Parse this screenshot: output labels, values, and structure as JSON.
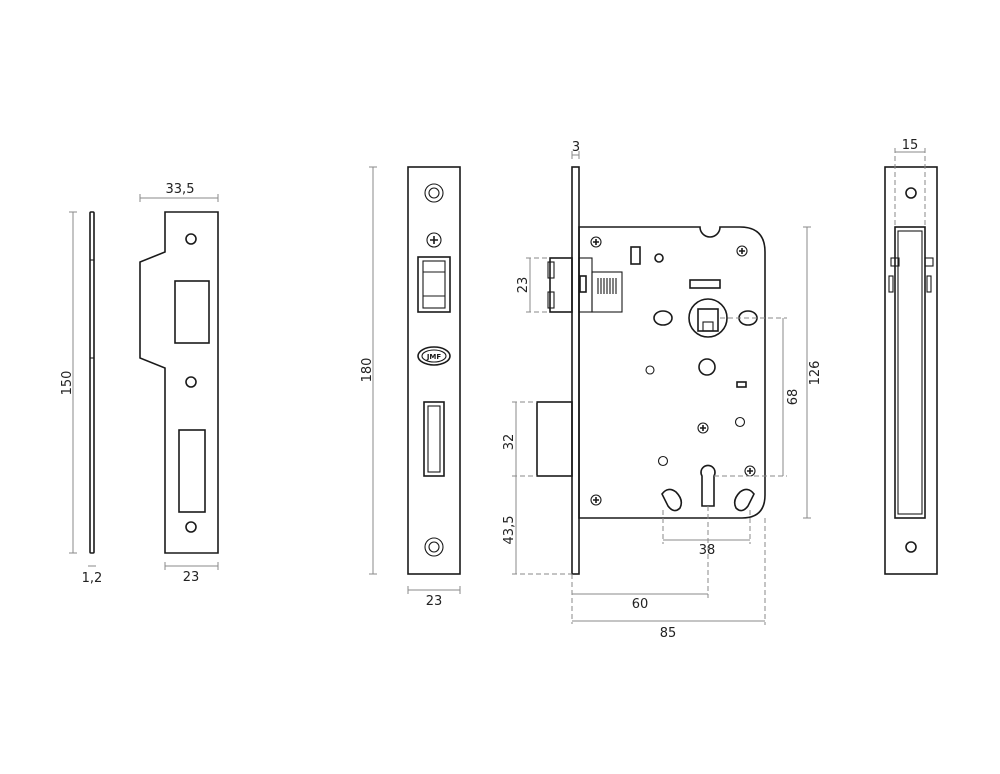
{
  "dimensions": {
    "strike_plate_thickness": "1,2",
    "strike_plate_height": "150",
    "strike_plate_width": "23",
    "strike_plate_lip_width": "33,5",
    "faceplate_height": "180",
    "faceplate_width": "23",
    "forend_thickness": "3",
    "latch_height": "23",
    "deadbolt_height": "32",
    "bottom_offset": "43,5",
    "spindle_to_keyhole": "68",
    "case_height": "126",
    "keyhole_spacing": "38",
    "backset": "60",
    "case_depth": "85",
    "side_width": "15"
  },
  "logo": {
    "text": "JMF"
  }
}
